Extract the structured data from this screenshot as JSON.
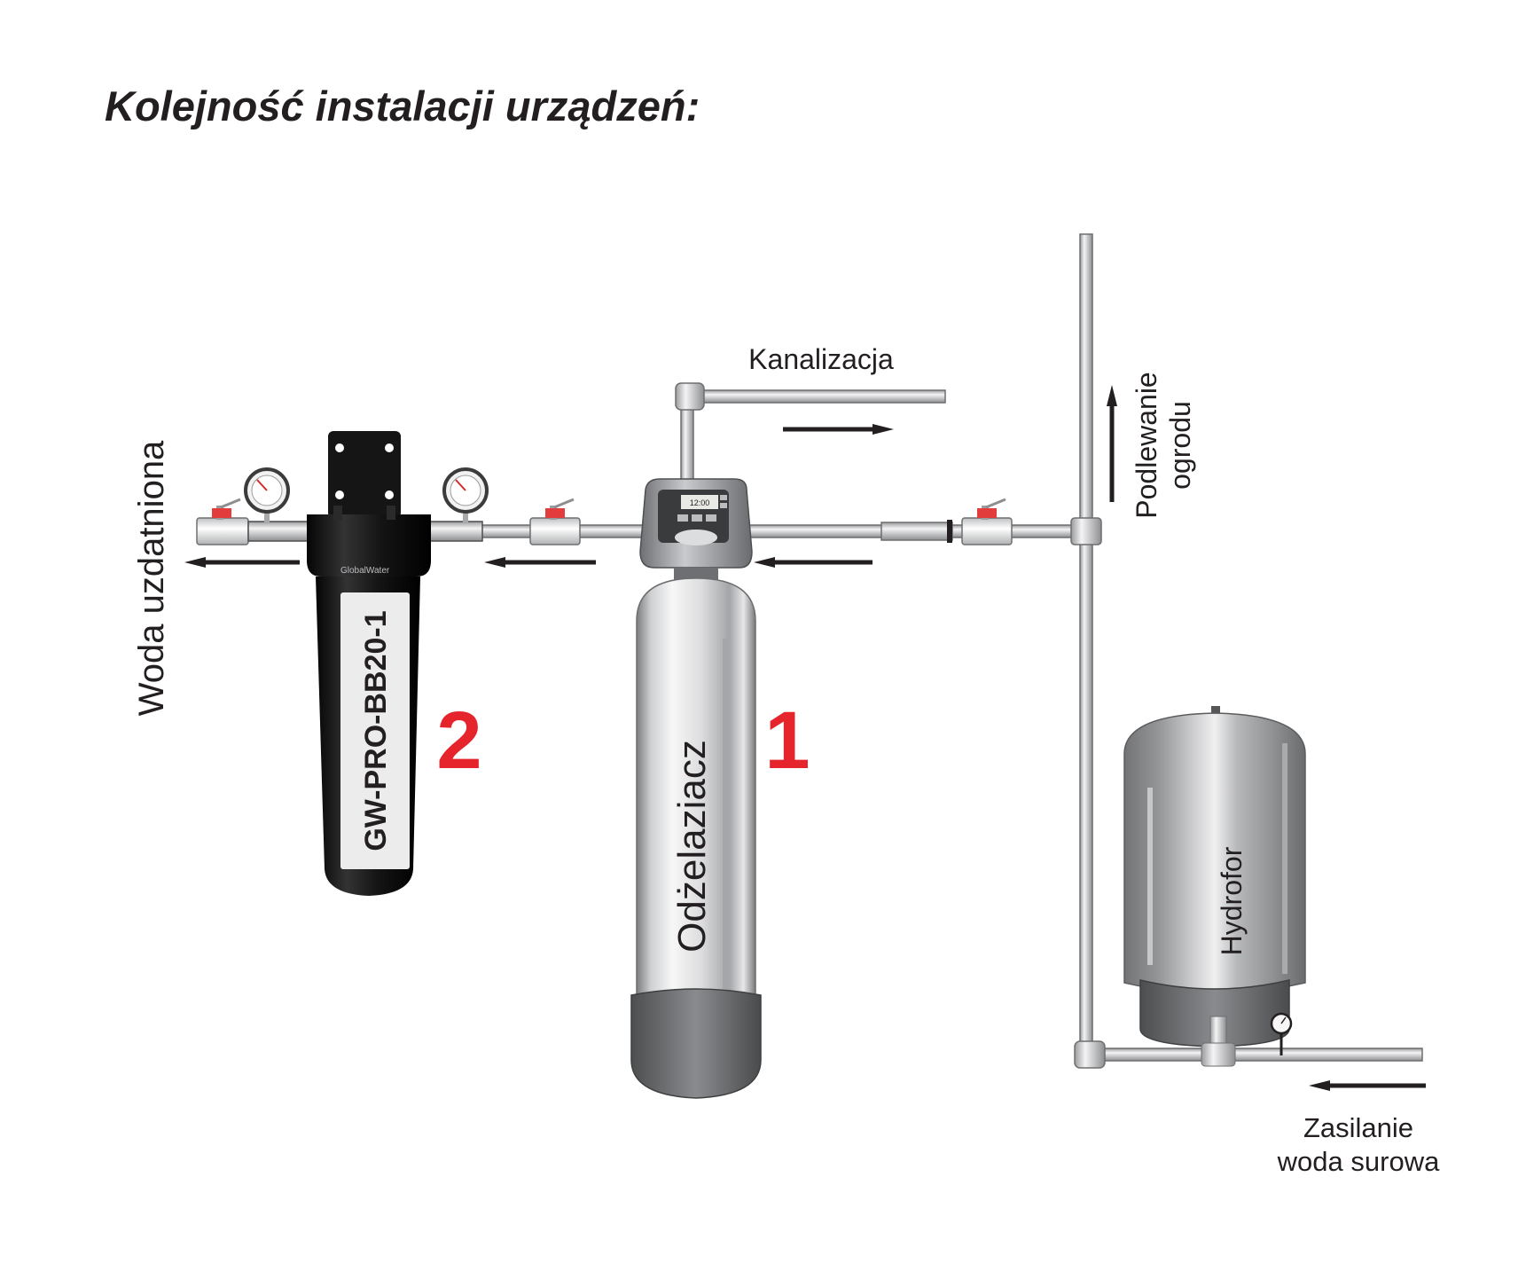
{
  "title": "Kolejność instalacji urządzeń:",
  "labels": {
    "kanalizacja": "Kanalizacja",
    "podlewanie_line1": "Podlewanie",
    "podlewanie_line2": "ogrodu",
    "woda_uzdatniona": "Woda uzdatniona",
    "zasilanie_line1": "Zasilanie",
    "zasilanie_line2": "woda surowa"
  },
  "devices": {
    "filter": {
      "label": "GW-PRO-BB20-1",
      "step": "2",
      "brand": "GlobalWater"
    },
    "iron_remover": {
      "label": "Odżelaziacz",
      "step": "1",
      "display_time": "12:00"
    },
    "pressure_tank": {
      "label": "Hydrofor"
    }
  },
  "colors": {
    "step_number": "#e5242b",
    "text": "#231f20",
    "arrow": "#231f20",
    "pipe": "#c9cacc",
    "pipe_outline": "#6d6e70",
    "tank_body": "#8f9092",
    "filter_housing": "#1a1a1a",
    "valve_handle": "#e33c3c"
  }
}
